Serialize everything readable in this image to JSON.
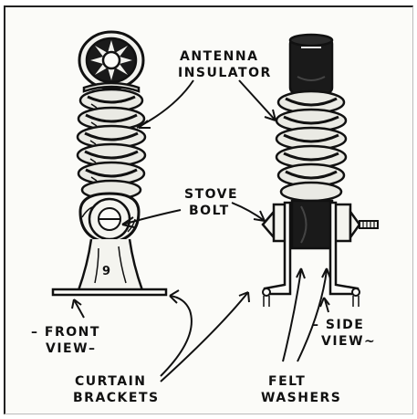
{
  "labels": {
    "antenna_line1": "ANTENNA",
    "antenna_line2": "INSULATOR",
    "stove_line1": "STOVE",
    "stove_line2": "BOLT",
    "front_line1": "– FRONT",
    "front_line2": "VIEW–",
    "side_line1": "– SIDE",
    "side_line2": "VIEW~",
    "curtain_line1": "CURTAIN",
    "curtain_line2": "BRACKETS",
    "felt_line1": "FELT",
    "felt_line2": "WASHERS",
    "bracket_number": "9"
  },
  "colors": {
    "ink": "#111111",
    "paper": "#fbfbf8",
    "dark_fill": "#1a1a1a"
  }
}
